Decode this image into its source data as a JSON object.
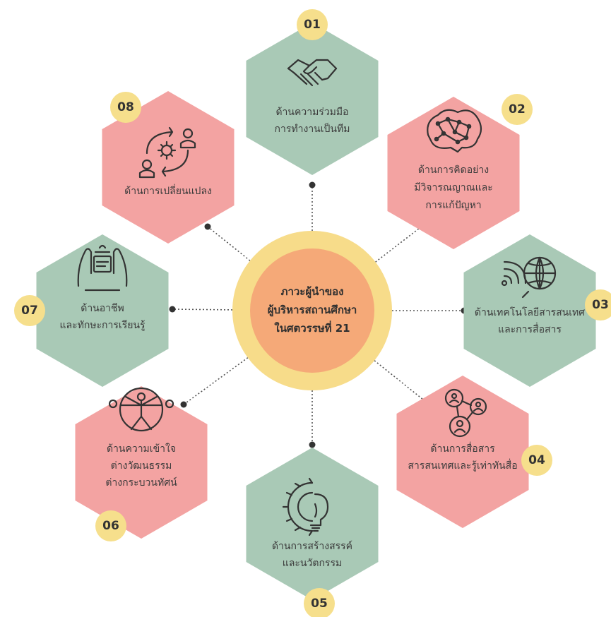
{
  "center": {
    "lines": [
      "ภาวะผู้นำของ",
      "ผู้บริหารสถานศึกษา",
      "ในศตวรรษที่ 21"
    ]
  },
  "nodes": [
    {
      "id": "01",
      "icon": "handshake-icon",
      "color": "#a9c9b6",
      "lines": [
        "ด้านความร่วมมือ",
        "การทำงานเป็นทีม"
      ]
    },
    {
      "id": "02",
      "icon": "brain-network-icon",
      "color": "#f3a3a2",
      "lines": [
        "ด้านการคิดอย่าง",
        "มีวิจารณญาณและ",
        "การแก้ปัญหา"
      ]
    },
    {
      "id": "03",
      "icon": "wifi-globe-icon",
      "color": "#a9c9b6",
      "lines": [
        "ด้านเทคโนโลยีสารสนเทศ",
        "และการสื่อสาร"
      ]
    },
    {
      "id": "04",
      "icon": "network-people-icon",
      "color": "#f3a3a2",
      "lines": [
        "ด้านการสื่อสาร",
        "สารสนเทศและรู้เท่าทันสื่อ"
      ]
    },
    {
      "id": "05",
      "icon": "gear-bulb-icon",
      "color": "#a9c9b6",
      "lines": [
        "ด้านการสร้างสรรค์",
        "และนวัตกรรม"
      ]
    },
    {
      "id": "06",
      "icon": "vitruvian-man-icon",
      "color": "#f3a3a2",
      "lines": [
        "ด้านความเข้าใจ",
        "ต่างวัฒนธรรม",
        "ต่างกระบวนทัศน์"
      ]
    },
    {
      "id": "07",
      "icon": "hands-skills-icon",
      "color": "#a9c9b6",
      "lines": [
        "ด้านอาชีพ",
        "และทักษะการเรียนรู้"
      ]
    },
    {
      "id": "08",
      "icon": "change-cycle-icon",
      "color": "#f3a3a2",
      "lines": [
        "ด้านการเปลี่ยนแปลง"
      ]
    }
  ],
  "colors": {
    "badge": "#f6df8c",
    "center_outer": "#f7dc8a",
    "center_inner": "#f5a978",
    "connector": "#555555"
  }
}
